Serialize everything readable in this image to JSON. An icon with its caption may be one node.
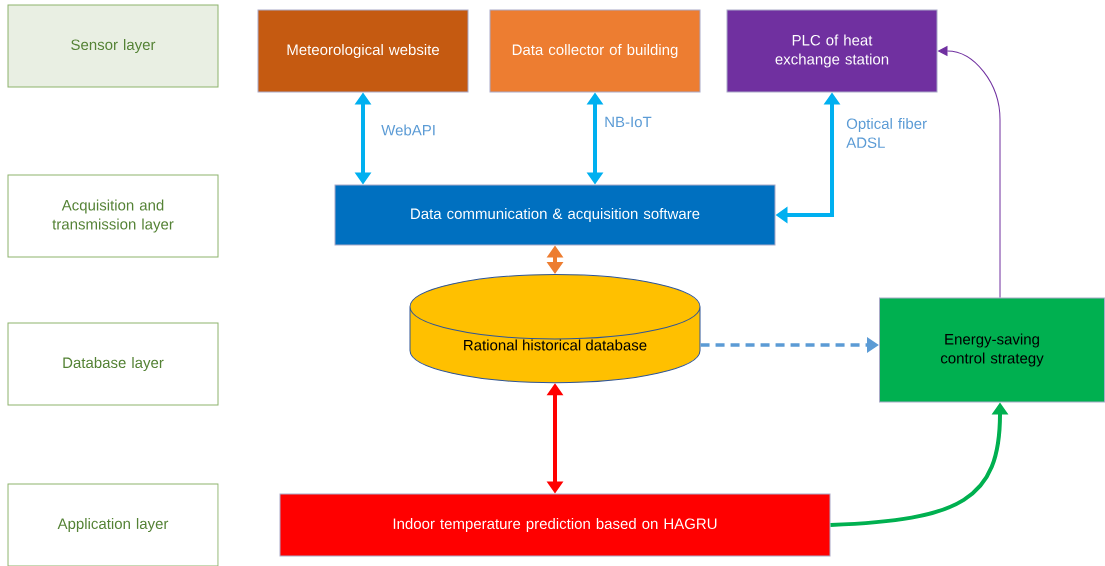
{
  "diagram": {
    "nodes": [
      {
        "text": [
          "Sensor layer"
        ]
      },
      {
        "text": [
          "Acquisition and transmission layer"
        ]
      },
      {
        "text": [
          "Database layer"
        ]
      },
      {
        "text": [
          "Application layer"
        ]
      },
      {
        "text": [
          "Meteorological website"
        ]
      },
      {
        "text": [
          "Data collector of building"
        ]
      },
      {
        "text": [
          "PLC of heat exchange station"
        ]
      },
      {
        "text": [
          "Data communication & acquisition software"
        ]
      },
      {
        "text": [
          "Rational historical database"
        ]
      },
      {
        "text": [
          "Energy-saving control strategy"
        ]
      },
      {
        "text": [
          "Indoor temperature prediction based on HAGRU"
        ]
      }
    ],
    "edges": [
      {
        "from": 4,
        "to": 7,
        "arrow": "both",
        "label": "WebAPI"
      },
      {
        "from": 5,
        "to": 7,
        "arrow": "both",
        "label": "NB-IoT"
      },
      {
        "from": 7,
        "to": 6,
        "arrow": "both",
        "label": "Optical fiber ADSL"
      },
      {
        "from": 7,
        "to": 8,
        "arrow": "both",
        "color": "#ed7d31"
      },
      {
        "from": 8,
        "to": 9,
        "arrow": "to",
        "style": "dashed",
        "color": "#5b9bd5"
      },
      {
        "from": 8,
        "to": 10,
        "arrow": "both",
        "color": "#ff0000"
      },
      {
        "from": 10,
        "to": 9,
        "arrow": "to",
        "color": "#00b050"
      },
      {
        "from": 9,
        "to": 6,
        "arrow": "to",
        "color": "#7030a0"
      }
    ]
  }
}
